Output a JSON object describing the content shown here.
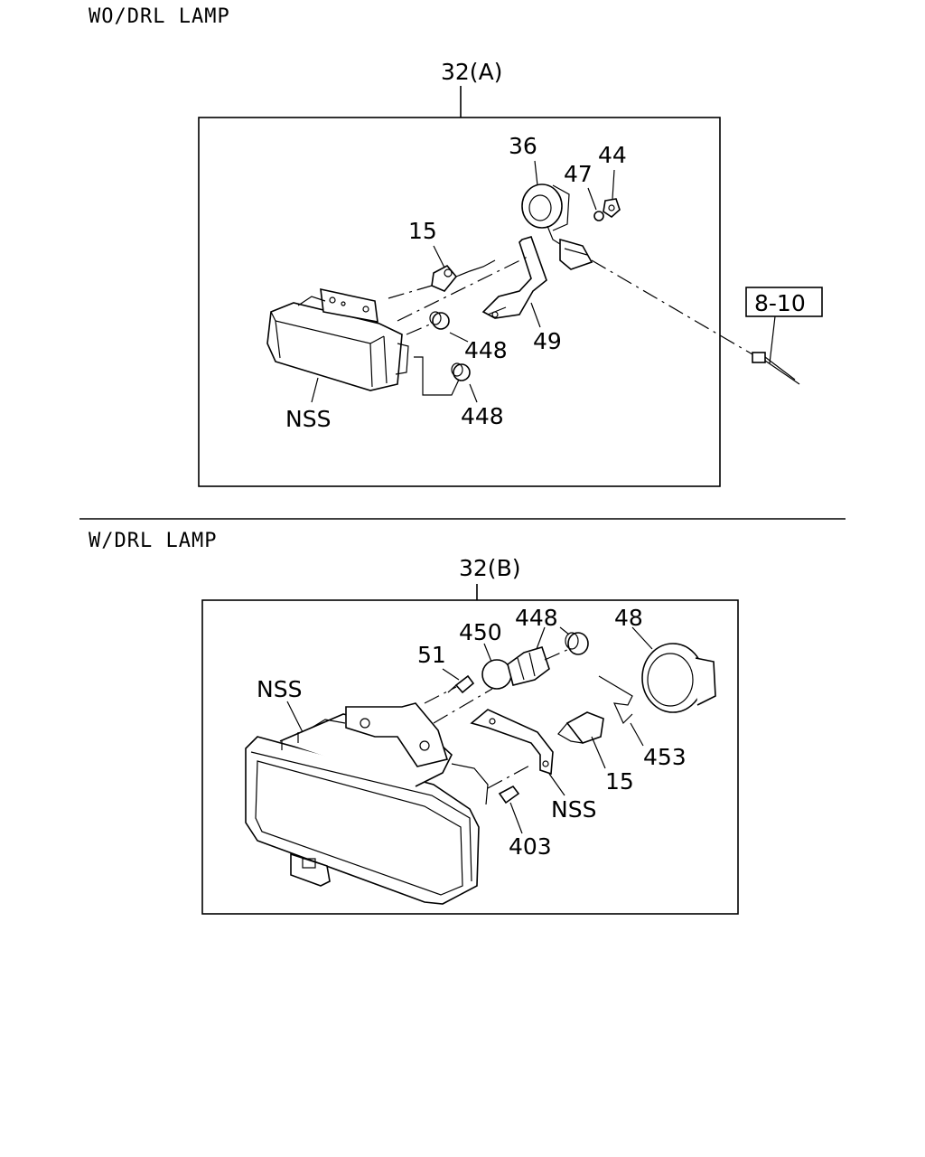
{
  "sections": [
    {
      "title": "WO/DRL LAMP",
      "assembly": "32(A)",
      "ref_box": "8-10",
      "callouts": [
        "36",
        "47",
        "44",
        "15",
        "448",
        "49",
        "448",
        "NSS"
      ]
    },
    {
      "title": "W/DRL LAMP",
      "assembly": "32(B)",
      "callouts": [
        "448",
        "450",
        "48",
        "51",
        "NSS",
        "453",
        "15",
        "NSS",
        "403"
      ]
    }
  ]
}
